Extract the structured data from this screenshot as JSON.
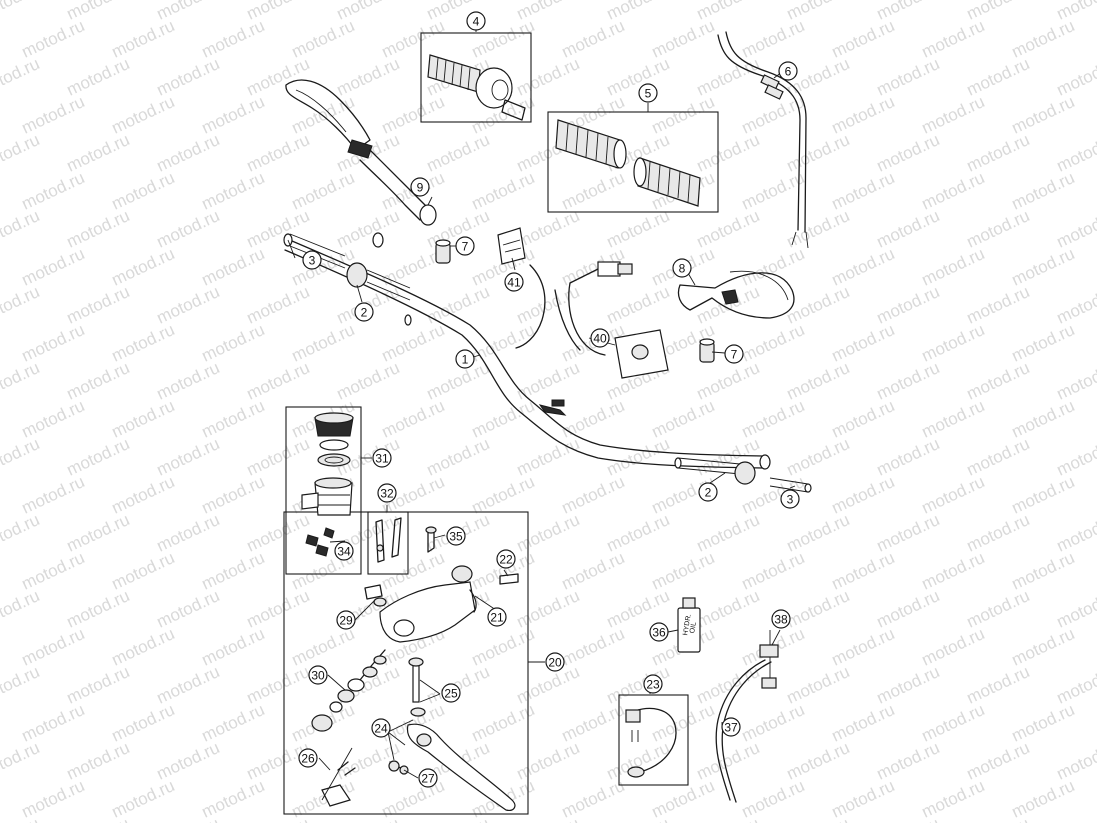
{
  "watermark": "motod.ru",
  "bottle_label": [
    "HYDR.",
    "OIL"
  ],
  "callouts": [
    {
      "id": "c1",
      "label": "1"
    },
    {
      "id": "c2a",
      "label": "2"
    },
    {
      "id": "c2b",
      "label": "2"
    },
    {
      "id": "c3a",
      "label": "3"
    },
    {
      "id": "c3b",
      "label": "3"
    },
    {
      "id": "c4",
      "label": "4"
    },
    {
      "id": "c5",
      "label": "5"
    },
    {
      "id": "c6",
      "label": "6"
    },
    {
      "id": "c7a",
      "label": "7"
    },
    {
      "id": "c7b",
      "label": "7"
    },
    {
      "id": "c8",
      "label": "8"
    },
    {
      "id": "c9",
      "label": "9"
    },
    {
      "id": "c20",
      "label": "20"
    },
    {
      "id": "c21",
      "label": "21"
    },
    {
      "id": "c22",
      "label": "22"
    },
    {
      "id": "c23",
      "label": "23"
    },
    {
      "id": "c24",
      "label": "24"
    },
    {
      "id": "c25",
      "label": "25"
    },
    {
      "id": "c26",
      "label": "26"
    },
    {
      "id": "c27",
      "label": "27"
    },
    {
      "id": "c29",
      "label": "29"
    },
    {
      "id": "c30",
      "label": "30"
    },
    {
      "id": "c31",
      "label": "31"
    },
    {
      "id": "c32",
      "label": "32"
    },
    {
      "id": "c34",
      "label": "34"
    },
    {
      "id": "c35",
      "label": "35"
    },
    {
      "id": "c36",
      "label": "36"
    },
    {
      "id": "c37",
      "label": "37"
    },
    {
      "id": "c38",
      "label": "38"
    },
    {
      "id": "c40",
      "label": "40"
    },
    {
      "id": "c41",
      "label": "41"
    }
  ]
}
